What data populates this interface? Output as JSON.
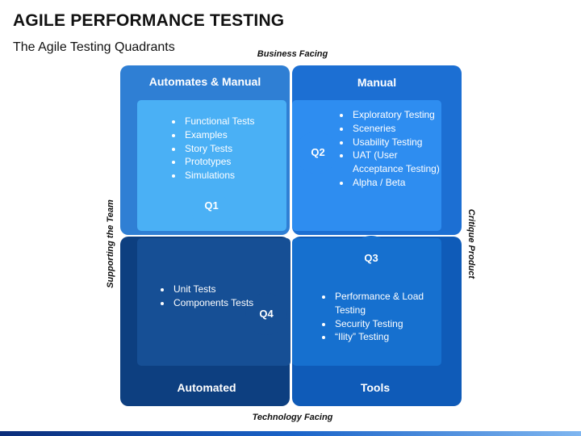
{
  "title": "AGILE PERFORMANCE TESTING",
  "subtitle": "The Agile Testing Quadrants",
  "axes": {
    "top": "Business Facing",
    "bottom": "Technology Facing",
    "left": "Supporting the Team",
    "right": "Critique Product"
  },
  "quadrants": {
    "q1": {
      "badge": "Q1",
      "title": "Automates & Manual",
      "items": [
        "Functional Tests",
        "Examples",
        "Story Tests",
        "Prototypes",
        "Simulations"
      ]
    },
    "q2": {
      "badge": "Q2",
      "title": "Manual",
      "items": [
        "Exploratory Testing",
        "Sceneries",
        "Usability Testing",
        "UAT (User Acceptance Testing)",
        "Alpha / Beta"
      ]
    },
    "q3": {
      "badge": "Q3",
      "title": "Tools",
      "items": [
        "Performance & Load Testing",
        "Security Testing",
        "“Ility” Testing"
      ]
    },
    "q4": {
      "badge": "Q4",
      "title": "Automated",
      "items": [
        "Unit Tests",
        "Components Tests"
      ]
    }
  },
  "colors": {
    "q1_outer": "#2f7fd4",
    "q1_inner": "#4ab0f5",
    "q2_outer": "#1c6fd3",
    "q2_inner": "#2e8df0",
    "q3_outer": "#0f5bb8",
    "q3_inner": "#1670cf",
    "q4_outer": "#0d3f80",
    "q4_inner": "#164f95"
  }
}
